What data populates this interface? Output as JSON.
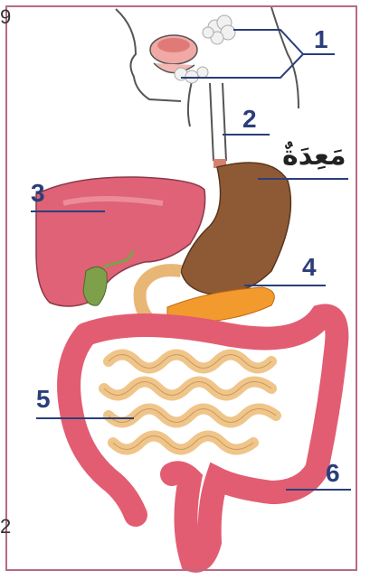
{
  "labels": [
    {
      "id": "1",
      "text": "1"
    },
    {
      "id": "2",
      "text": "2"
    },
    {
      "id": "3",
      "text": "3"
    },
    {
      "id": "4",
      "text": "4"
    },
    {
      "id": "5",
      "text": "5"
    },
    {
      "id": "6",
      "text": "6"
    }
  ],
  "stomach_word": "مَعِدَةٌ",
  "edge_marks": {
    "top": "9",
    "bottom": "2"
  },
  "colors": {
    "frame": "#b86a86",
    "label_ink": "#2b3e7a",
    "stomach": "#8a5530",
    "liver": "#d9576b",
    "intestine_small": "#f2c98a",
    "intestine_large": "#e0566a",
    "pancreas": "#f29a2e",
    "gallbladder": "#7fa04a"
  }
}
